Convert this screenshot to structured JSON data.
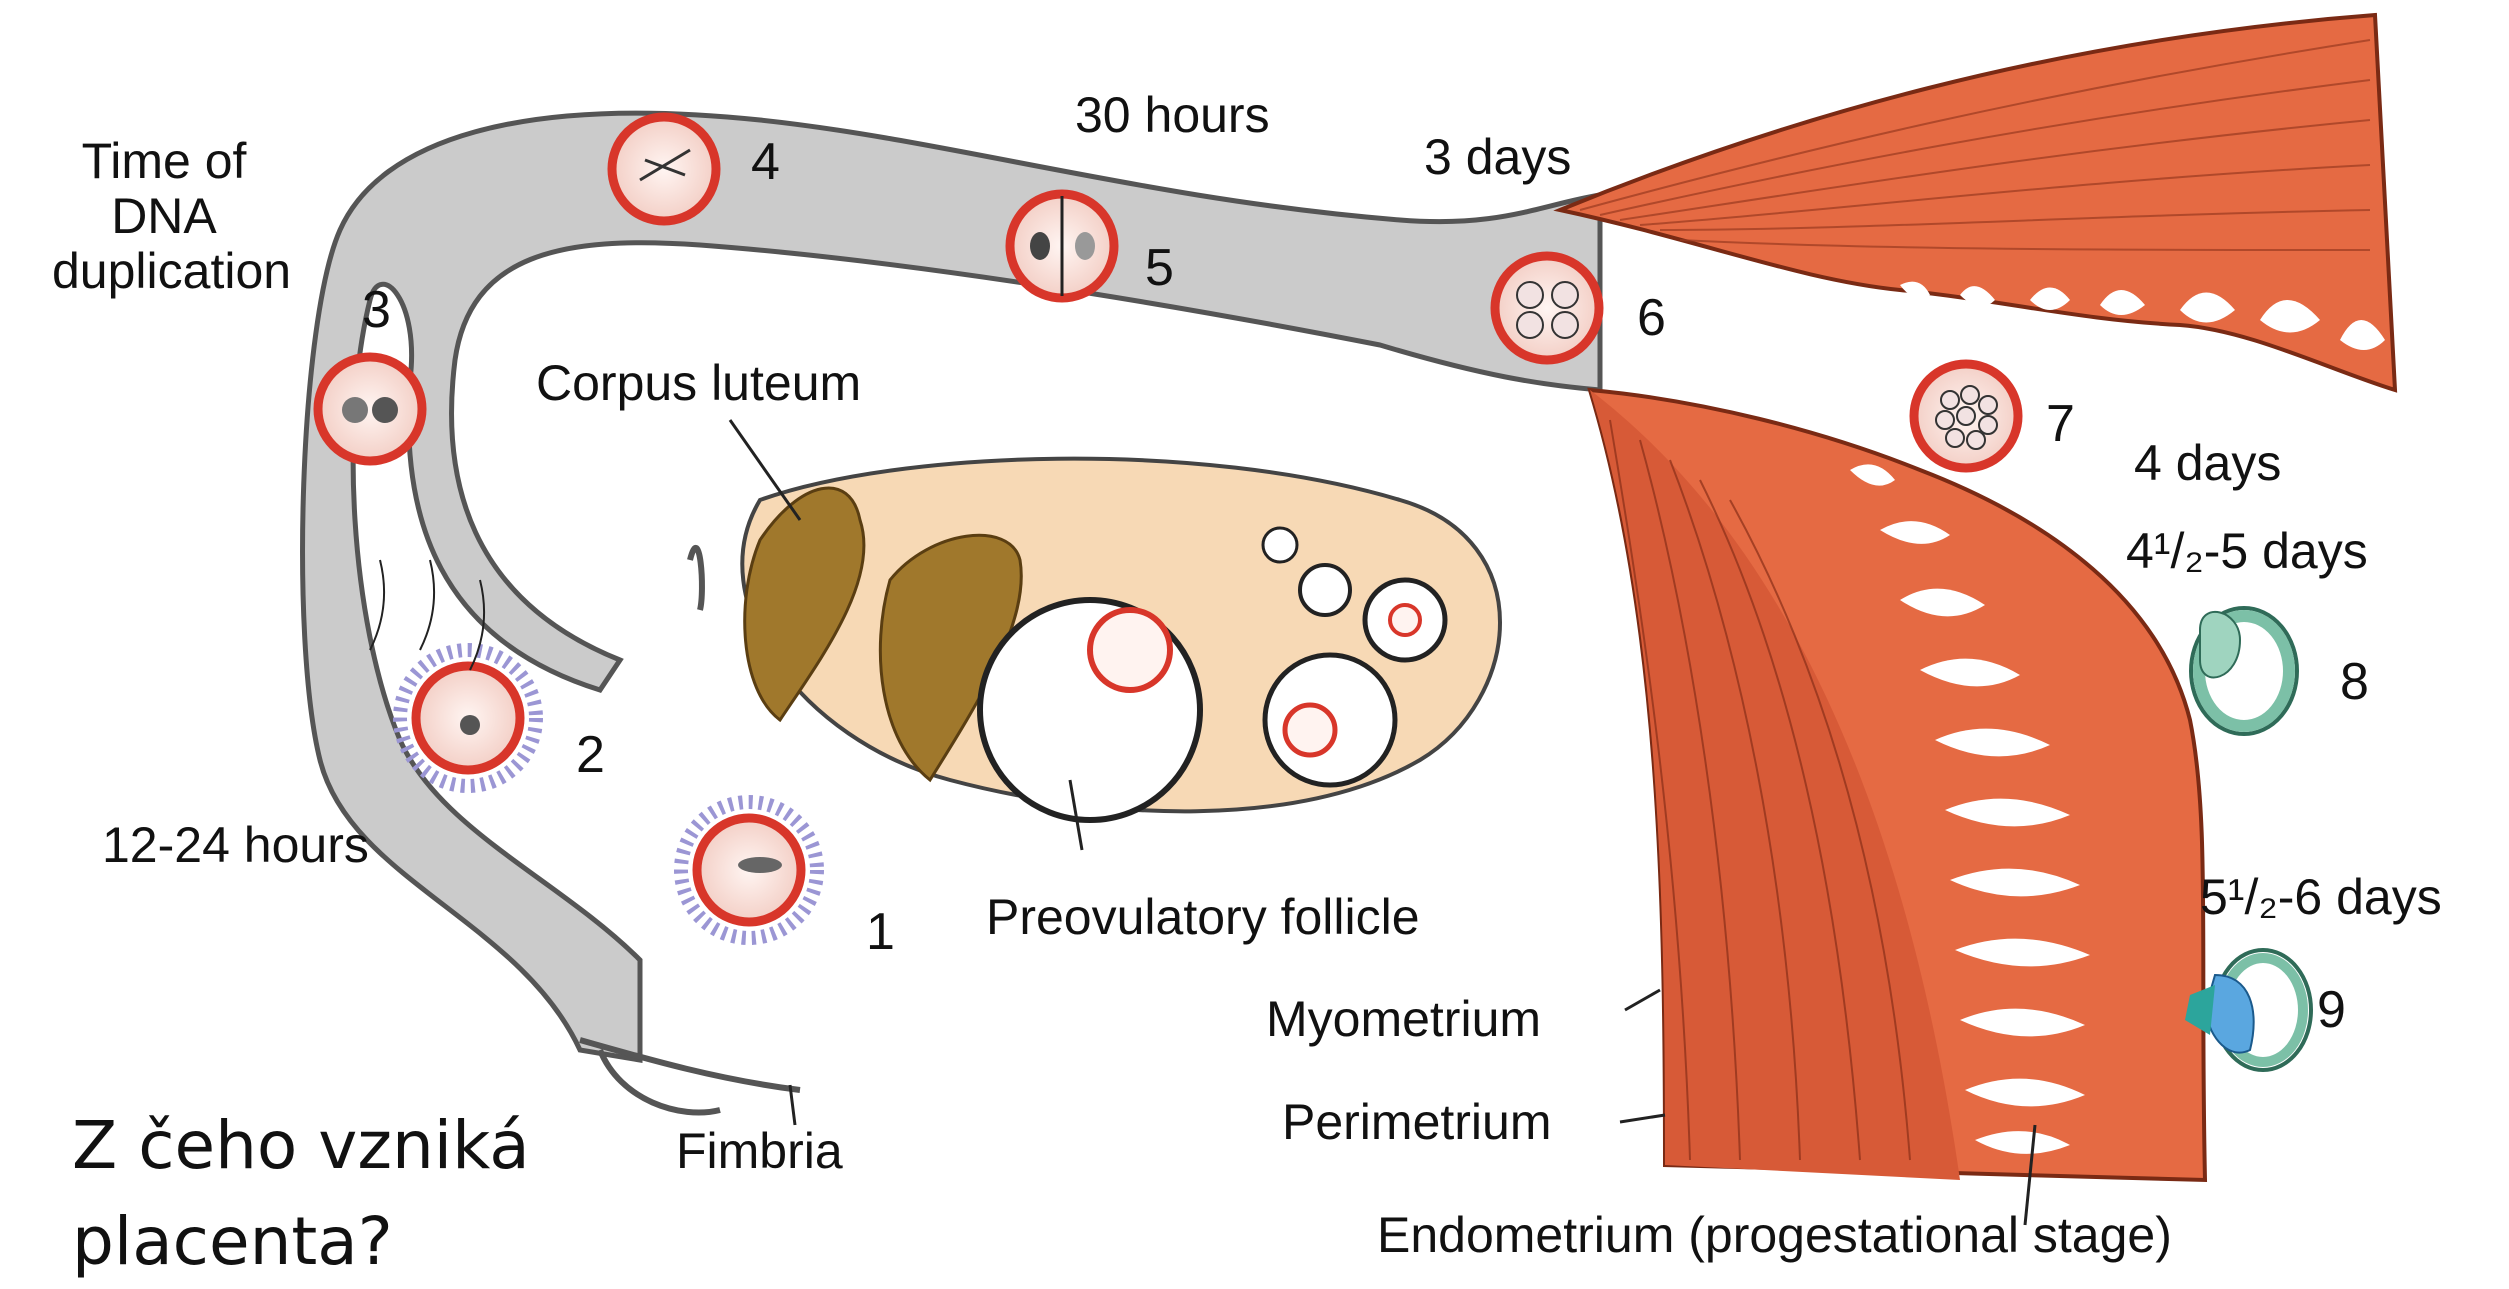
{
  "labels": {
    "time_of_dna": [
      "Time of",
      "DNA",
      "duplication"
    ],
    "hours_12_24": "12-24 hours",
    "hours_30": "30 hours",
    "days_3": "3 days",
    "days_4": "4 days",
    "days_4_5": "4¹/₂-5 days",
    "days_5_6": "5¹/₂-6 days",
    "corpus_luteum": "Corpus luteum",
    "preovulatory_follicle": "Preovulatory follicle",
    "myometrium": "Myometrium",
    "perimetrium": "Perimetrium",
    "endometrium": "Endometrium (progestational stage)",
    "fimbria": "Fimbria"
  },
  "stages": [
    "1",
    "2",
    "3",
    "4",
    "5",
    "6",
    "7",
    "8",
    "9"
  ],
  "question": [
    "Z čeho vzniká",
    "placenta?"
  ],
  "colors": {
    "tube": "#c8c8c8",
    "tube_outline": "#555555",
    "uterus": "#e56a43",
    "uterus_dark": "#b84a2a",
    "ovary": "#f7d9b5",
    "corpus_luteum": "#a0782c",
    "zona": "#d8362a",
    "embryo": "#f6d9d2",
    "blastocyst": "#cfe8df",
    "embryoblast": "#5aa7e0"
  }
}
